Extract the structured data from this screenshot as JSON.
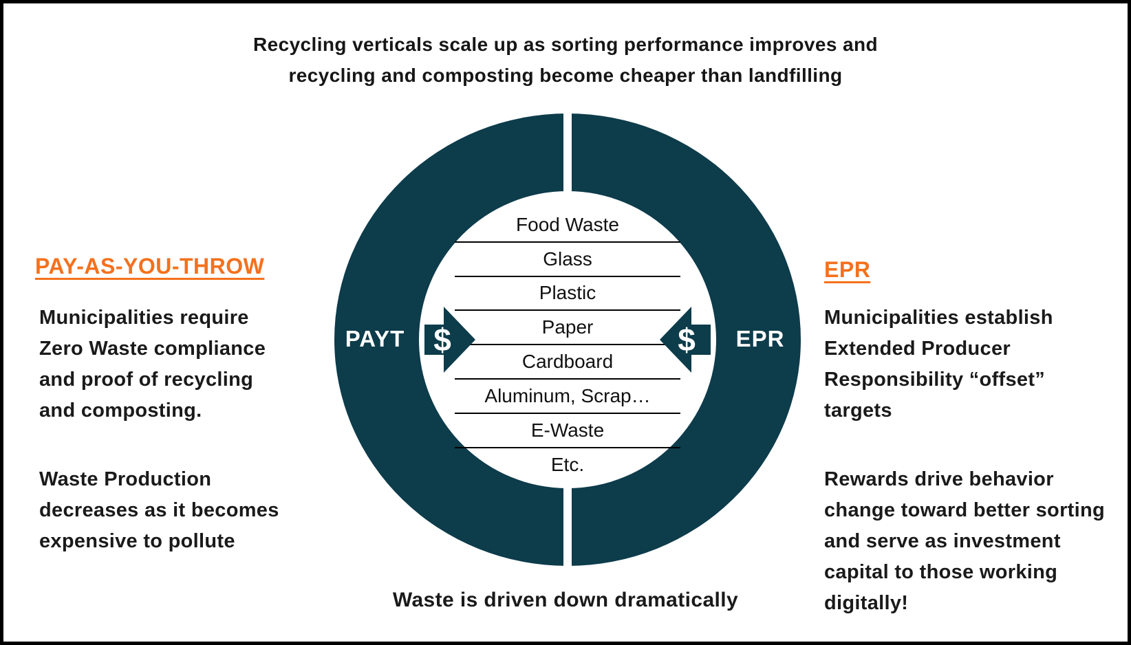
{
  "title": {
    "line1": "Recycling verticals scale up as sorting performance improves and",
    "line2": "recycling and composting become cheaper than landfilling"
  },
  "ring": {
    "left_label": "PAYT",
    "right_label": "EPR",
    "dollar": "$",
    "items": [
      "Food Waste",
      "Glass",
      "Plastic",
      "Paper",
      "Cardboard",
      "Aluminum, Scrap…",
      "E-Waste",
      "Etc."
    ]
  },
  "left": {
    "heading": "PAY-AS-YOU-THROW",
    "para1": [
      "Municipalities require",
      "Zero Waste compliance",
      "and proof of recycling",
      "and composting."
    ],
    "para2": [
      "Waste Production",
      "decreases as it becomes",
      "expensive to pollute"
    ]
  },
  "right": {
    "heading": "EPR",
    "para1": [
      "Municipalities establish",
      "Extended Producer",
      "Responsibility “offset”",
      "targets"
    ],
    "para2": [
      "Rewards drive behavior",
      "change toward better sorting",
      "and serve as investment",
      "capital to those working",
      "digitally!"
    ]
  },
  "caption": "Waste is driven down dramatically",
  "colors": {
    "ring_teal": "#0D3C4B",
    "accent_orange": "#F4711D",
    "text_black": "#1A1A1A",
    "separator_black": "#000000",
    "label_white": "#FFFFFF"
  }
}
